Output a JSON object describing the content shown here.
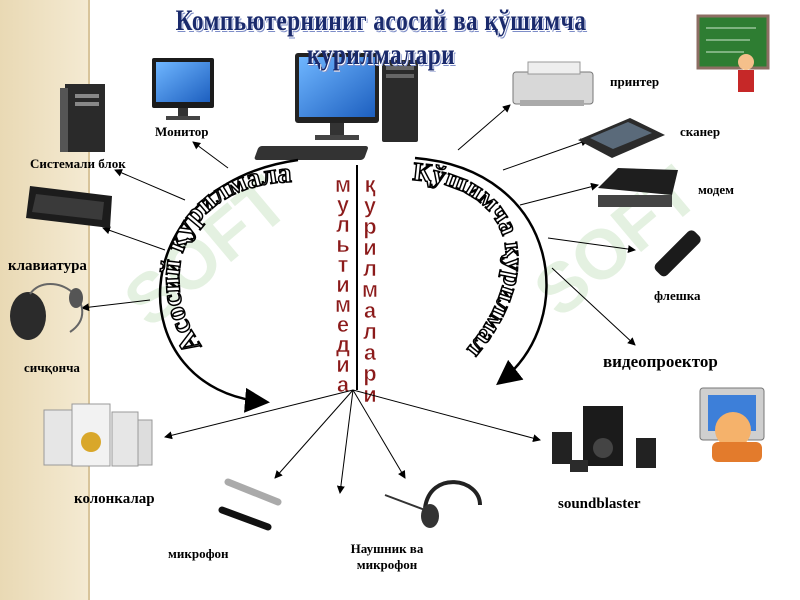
{
  "title": "Компьютерниниг асосий ва қўшимча қурилмалари",
  "arc_labels": {
    "main": "Асосий қурилмалар",
    "extra": "Қўшимча қурилмалар",
    "multimedia": "мультимедиа",
    "devices": "қурилмалари"
  },
  "devices": {
    "monitor": "Монитор",
    "system_unit": "Системали блок",
    "keyboard": "клавиатура",
    "mouse": "сичқонча",
    "speakers": "колонкалар",
    "microphone": "микрофон",
    "headset_line1": "Наушник ва",
    "headset_line2": "микрофон",
    "printer": "принтер",
    "scanner": "сканер",
    "modem": "модем",
    "flash": "флешка",
    "projector": "видеопроектор",
    "soundblaster": "soundblaster"
  },
  "watermark": "SOFT",
  "colors": {
    "title": "#1a2a6c",
    "multimedia_letters": "#8b1a1a",
    "watermark": "#dfeedd"
  }
}
